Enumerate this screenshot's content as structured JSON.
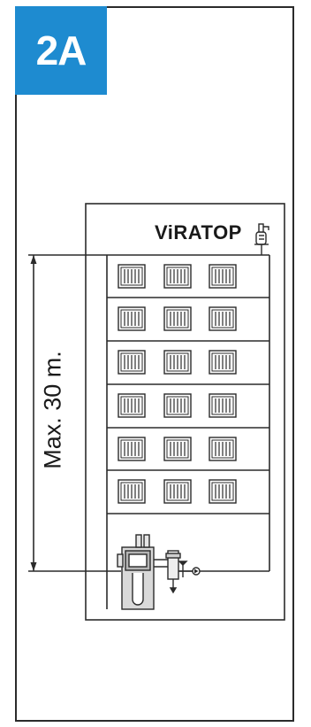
{
  "badge": {
    "label": "2A",
    "color": "#1e8bd0"
  },
  "brand": {
    "name": "ViRATOP"
  },
  "dimension": {
    "label": "Max. 30 m."
  },
  "building": {
    "floors": 6,
    "radiators_per_floor": 3
  },
  "icons": [
    "air-vent-icon",
    "boiler-icon",
    "separator-valve-icon",
    "pump-icon"
  ]
}
